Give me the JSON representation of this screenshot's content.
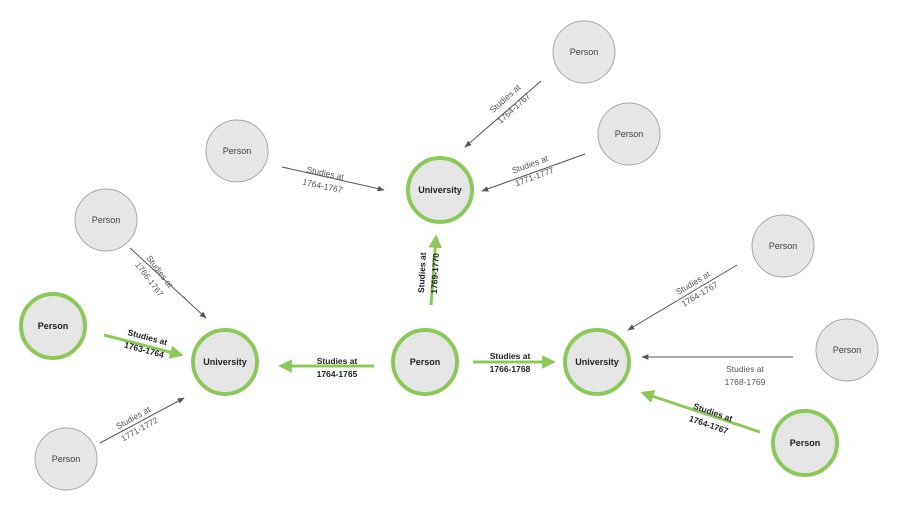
{
  "nodes": [
    {
      "id": "uni-top",
      "label": "University",
      "highlight": true
    },
    {
      "id": "uni-left",
      "label": "University",
      "highlight": true
    },
    {
      "id": "uni-right",
      "label": "University",
      "highlight": true
    },
    {
      "id": "person-center",
      "label": "Person",
      "highlight": true
    },
    {
      "id": "person-left",
      "label": "Person",
      "highlight": true
    },
    {
      "id": "person-bottom-right",
      "label": "Person",
      "highlight": true
    },
    {
      "id": "person-top-a",
      "label": "Person",
      "highlight": false
    },
    {
      "id": "person-top-b",
      "label": "Person",
      "highlight": false
    },
    {
      "id": "person-top-c",
      "label": "Person",
      "highlight": false
    },
    {
      "id": "person-left-upper",
      "label": "Person",
      "highlight": false
    },
    {
      "id": "person-left-lower",
      "label": "Person",
      "highlight": false
    },
    {
      "id": "person-right-upper",
      "label": "Person",
      "highlight": false
    },
    {
      "id": "person-right-mid",
      "label": "Person",
      "highlight": false
    }
  ],
  "edges": [
    {
      "from": "person-top-a",
      "to": "uni-top",
      "label1": "Studies at",
      "label2": "1764-1767",
      "highlight": false
    },
    {
      "from": "person-top-b",
      "to": "uni-top",
      "label1": "Studies at",
      "label2": "1771-1777",
      "highlight": false
    },
    {
      "from": "person-top-c",
      "to": "uni-top",
      "label1": "Studies at",
      "label2": "1764-1767",
      "highlight": false
    },
    {
      "from": "person-center",
      "to": "uni-top",
      "label1": "Studies at",
      "label2": "1769-1770",
      "highlight": true
    },
    {
      "from": "person-left-upper",
      "to": "uni-left",
      "label1": "Studies at",
      "label2": "1766-1767",
      "highlight": false
    },
    {
      "from": "person-left",
      "to": "uni-left",
      "label1": "Studies at",
      "label2": "1763-1764",
      "highlight": true
    },
    {
      "from": "person-left-lower",
      "to": "uni-left",
      "label1": "Studies at",
      "label2": "1771-1772",
      "highlight": false
    },
    {
      "from": "person-center",
      "to": "uni-left",
      "label1": "Studies at",
      "label2": "1764-1765",
      "highlight": true
    },
    {
      "from": "person-center",
      "to": "uni-right",
      "label1": "Studies at",
      "label2": "1766-1768",
      "highlight": true
    },
    {
      "from": "person-right-upper",
      "to": "uni-right",
      "label1": "Studies at",
      "label2": "1764-1767",
      "highlight": false
    },
    {
      "from": "person-right-mid",
      "to": "uni-right",
      "label1": "Studies at",
      "label2": "1768-1769",
      "highlight": false
    },
    {
      "from": "person-bottom-right",
      "to": "uni-right",
      "label1": "Studies at",
      "label2": "1764-1767",
      "highlight": true
    }
  ],
  "colors": {
    "highlight": "#8dc85a",
    "node_fill": "#e6e6e6",
    "edge": "#555555"
  }
}
